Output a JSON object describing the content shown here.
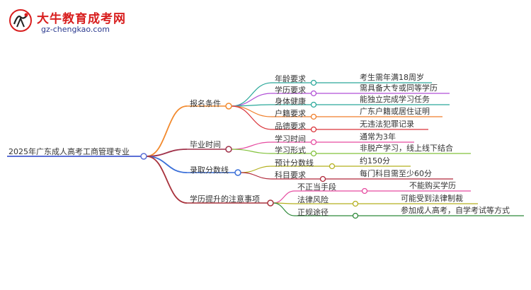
{
  "site": {
    "name": "大牛教育成考网",
    "url": "gz-chengkao.com"
  },
  "colors": {
    "root": "#5b6fd6",
    "branch_0": "#f28a2e",
    "branch_1": "#a0324a",
    "branch_2": "#3a6fd8",
    "branch_3": "#a8323c",
    "leaf_pink": "#e64ba0",
    "leaf_purple": "#b04fd6",
    "leaf_teal": "#2aa89a",
    "leaf_orange": "#f07e2a",
    "leaf_red": "#d9343a",
    "leaf_green": "#82c23b",
    "leaf_darkred": "#b0283a",
    "leaf_olive": "#b4b01e",
    "leaf_darkgreen": "#2e8a3a"
  },
  "mindmap": {
    "root": "2025年广东成人高考工商管理专业",
    "branches": [
      {
        "label": "报名条件",
        "children": [
          {
            "label": "年龄要求",
            "detail": "考生需年满18周岁"
          },
          {
            "label": "学历要求",
            "detail": "需具备大专或同等学历"
          },
          {
            "label": "身体健康",
            "detail": "能独立完成学习任务"
          },
          {
            "label": "户籍要求",
            "detail": "广东户籍或居住证明"
          },
          {
            "label": "品德要求",
            "detail": "无违法犯罪记录"
          }
        ]
      },
      {
        "label": "毕业时间",
        "children": [
          {
            "label": "学习时间",
            "detail": "通常为3年"
          },
          {
            "label": "学习形式",
            "detail": "非脱产学习，线上线下结合"
          }
        ]
      },
      {
        "label": "录取分数线",
        "children": [
          {
            "label": "预计分数线",
            "detail": "约150分"
          },
          {
            "label": "科目要求",
            "detail": "每门科目需至少60分"
          }
        ]
      },
      {
        "label": "学历提升的注意事项",
        "children": [
          {
            "label": "不正当手段",
            "detail": "不能购买学历"
          },
          {
            "label": "法律风险",
            "detail": "可能受到法律制裁"
          },
          {
            "label": "正规途径",
            "detail": "参加成人高考，自学考试等方式"
          }
        ]
      }
    ]
  }
}
